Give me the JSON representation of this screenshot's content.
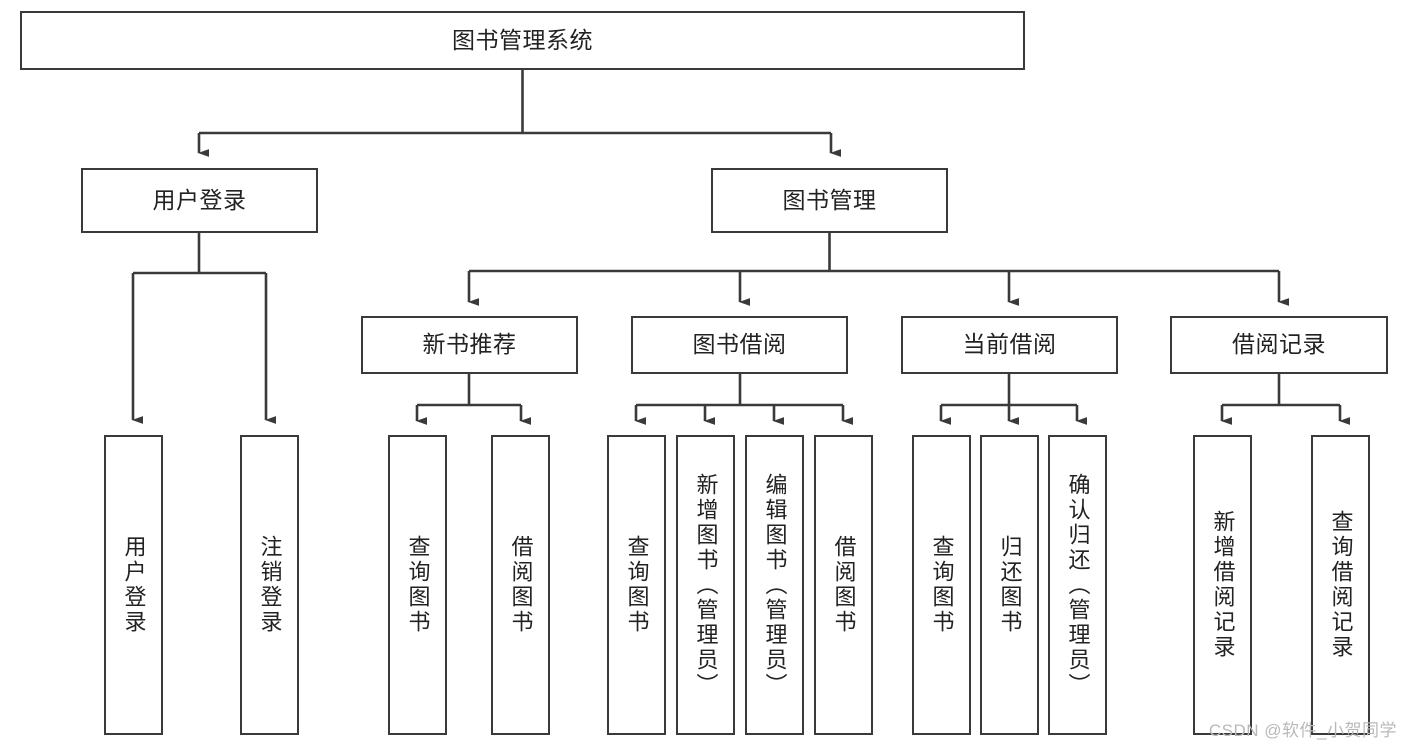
{
  "diagram": {
    "type": "tree-hierarchy",
    "orientation": "top-down",
    "title": "图书管理系统",
    "watermark": "CSDN @软件_小贺同学",
    "colors": {
      "box_border": "#3a3a3a",
      "box_fill": "#ffffff",
      "connector": "#3a3a3a",
      "text": "#222222",
      "watermark": "#b9b9b9",
      "background": "#ffffff"
    },
    "nodes": {
      "root": {
        "label": "图书管理系统"
      },
      "level2": [
        {
          "id": "user-login",
          "label": "用户登录"
        },
        {
          "id": "book-management",
          "label": "图书管理"
        }
      ],
      "level3": [
        {
          "id": "new-book-recommend",
          "label": "新书推荐",
          "parent": "book-management"
        },
        {
          "id": "book-borrow",
          "label": "图书借阅",
          "parent": "book-management"
        },
        {
          "id": "current-borrow",
          "label": "当前借阅",
          "parent": "book-management"
        },
        {
          "id": "borrow-record",
          "label": "借阅记录",
          "parent": "book-management"
        }
      ],
      "leaves": [
        {
          "id": "leaf-user-login",
          "label": "用户登录",
          "parent": "user-login"
        },
        {
          "id": "leaf-user-logout",
          "label": "注销登录",
          "parent": "user-login"
        },
        {
          "id": "leaf-query-book-1",
          "label": "查询图书",
          "parent": "new-book-recommend"
        },
        {
          "id": "leaf-borrow-book-1",
          "label": "借阅图书",
          "parent": "new-book-recommend"
        },
        {
          "id": "leaf-query-book-2",
          "label": "查询图书",
          "parent": "book-borrow"
        },
        {
          "id": "leaf-add-book",
          "label": "新增图书（管理员）",
          "parent": "book-borrow"
        },
        {
          "id": "leaf-edit-book",
          "label": "编辑图书（管理员）",
          "parent": "book-borrow"
        },
        {
          "id": "leaf-borrow-book-2",
          "label": "借阅图书",
          "parent": "book-borrow"
        },
        {
          "id": "leaf-query-book-3",
          "label": "查询图书",
          "parent": "current-borrow"
        },
        {
          "id": "leaf-return-book",
          "label": "归还图书",
          "parent": "current-borrow"
        },
        {
          "id": "leaf-confirm-return",
          "label": "确认归还（管理员）",
          "parent": "current-borrow"
        },
        {
          "id": "leaf-add-record",
          "label": "新增借阅记录",
          "parent": "borrow-record"
        },
        {
          "id": "leaf-query-record",
          "label": "查询借阅记录",
          "parent": "borrow-record"
        }
      ]
    }
  }
}
